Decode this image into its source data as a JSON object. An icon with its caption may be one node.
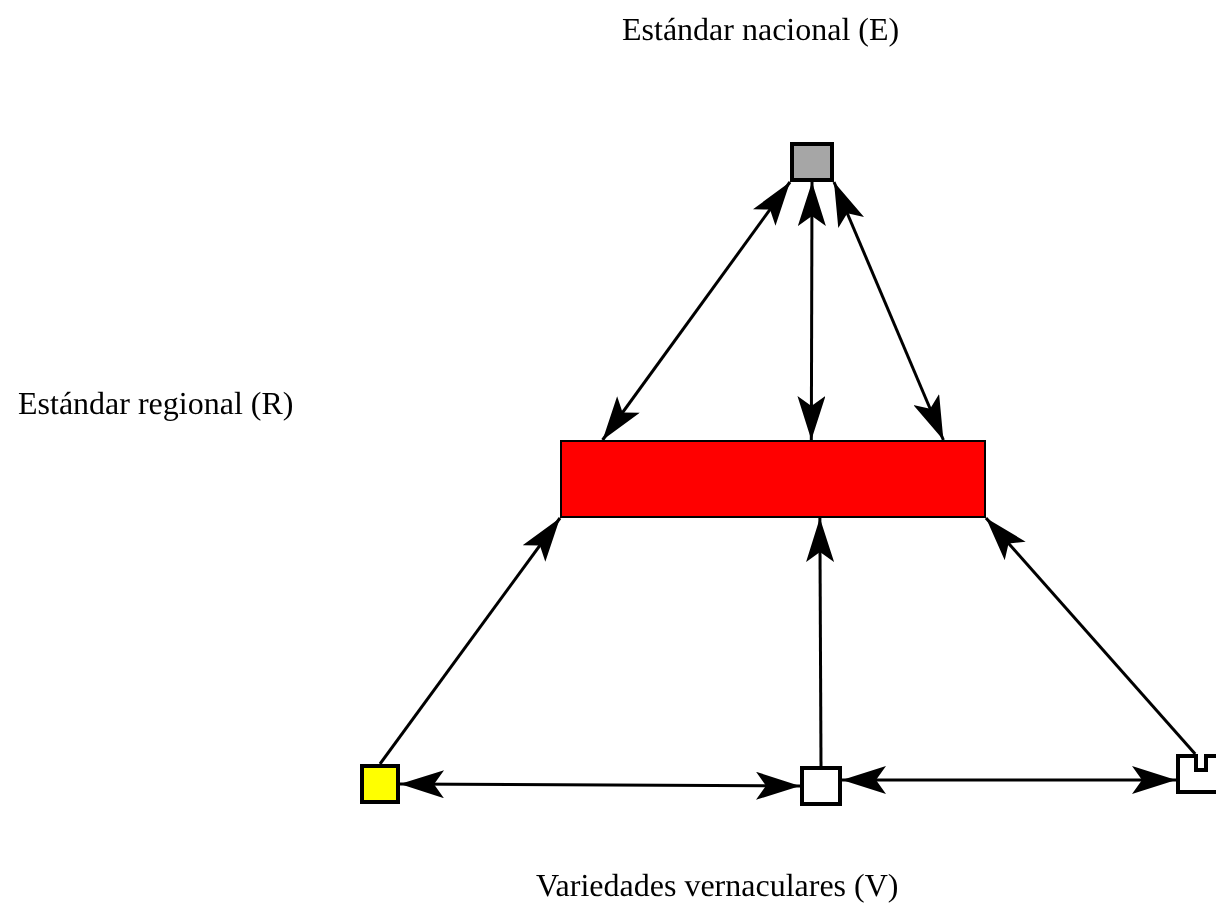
{
  "diagram": {
    "nodes": [
      {
        "text": [],
        "shape": "box"
      },
      {
        "text": [],
        "shape": "bar"
      },
      {
        "text": [],
        "shape": "box"
      },
      {
        "text": [],
        "shape": "box"
      },
      {
        "text": [],
        "shape": "box"
      }
    ],
    "edges": [
      {
        "from": 1,
        "to": 0,
        "arrow": "both"
      },
      {
        "from": 1,
        "to": 0,
        "arrow": "both"
      },
      {
        "from": 1,
        "to": 0,
        "arrow": "both"
      },
      {
        "from": 2,
        "to": 1,
        "arrow": "to"
      },
      {
        "from": 3,
        "to": 1,
        "arrow": "to"
      },
      {
        "from": 4,
        "to": 1,
        "arrow": "to"
      },
      {
        "from": 2,
        "to": 3,
        "arrow": "both"
      },
      {
        "from": 3,
        "to": 4,
        "arrow": "both"
      }
    ],
    "labels": [
      "Estándar nacional (E)",
      "Estándar regional (R)",
      "Variedades vernaculares (V)"
    ]
  }
}
